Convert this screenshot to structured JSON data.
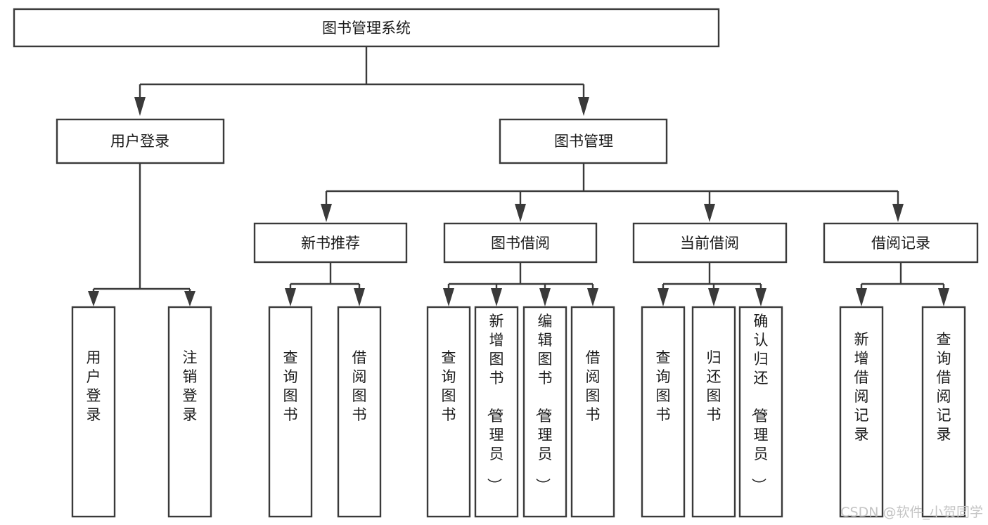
{
  "diagram": {
    "title": "图书管理系统",
    "type": "tree-hierarchy",
    "root": {
      "id": "root",
      "label": "图书管理系统"
    },
    "level2": [
      {
        "id": "user-login",
        "label": "用户登录"
      },
      {
        "id": "book-management",
        "label": "图书管理"
      }
    ],
    "level3": [
      {
        "id": "new-book-recommend",
        "label": "新书推荐",
        "parent": "book-management"
      },
      {
        "id": "book-borrow",
        "label": "图书借阅",
        "parent": "book-management"
      },
      {
        "id": "current-borrow",
        "label": "当前借阅",
        "parent": "book-management"
      },
      {
        "id": "borrow-record",
        "label": "借阅记录",
        "parent": "book-management"
      }
    ],
    "leaves": [
      {
        "id": "leaf-user-login",
        "label": "用户登录",
        "parent": "user-login"
      },
      {
        "id": "leaf-user-logout",
        "label": "注销登录",
        "parent": "user-login"
      },
      {
        "id": "leaf-query-book-1",
        "label": "查询图书",
        "parent": "new-book-recommend"
      },
      {
        "id": "leaf-borrow-book-1",
        "label": "借阅图书",
        "parent": "new-book-recommend"
      },
      {
        "id": "leaf-query-book-2",
        "label": "查询图书",
        "parent": "book-borrow"
      },
      {
        "id": "leaf-add-book",
        "label": "新增图书（管理员）",
        "parent": "book-borrow"
      },
      {
        "id": "leaf-edit-book",
        "label": "编辑图书（管理员）",
        "parent": "book-borrow"
      },
      {
        "id": "leaf-borrow-book-2",
        "label": "借阅图书",
        "parent": "book-borrow"
      },
      {
        "id": "leaf-query-book-3",
        "label": "查询图书",
        "parent": "current-borrow"
      },
      {
        "id": "leaf-return-book",
        "label": "归还图书",
        "parent": "current-borrow"
      },
      {
        "id": "leaf-confirm-return",
        "label": "确认归还（管理员）",
        "parent": "current-borrow"
      },
      {
        "id": "leaf-add-record",
        "label": "新增借阅记录",
        "parent": "borrow-record"
      },
      {
        "id": "leaf-query-record",
        "label": "查询借阅记录",
        "parent": "borrow-record"
      }
    ]
  },
  "watermark": {
    "text": "CSDN @软件_小贺同学"
  },
  "colors": {
    "box_stroke": "#3a3a3a",
    "box_fill": "#ffffff",
    "text": "#1b1b1b",
    "watermark": "#c4c4c4",
    "background": "#ffffff"
  }
}
